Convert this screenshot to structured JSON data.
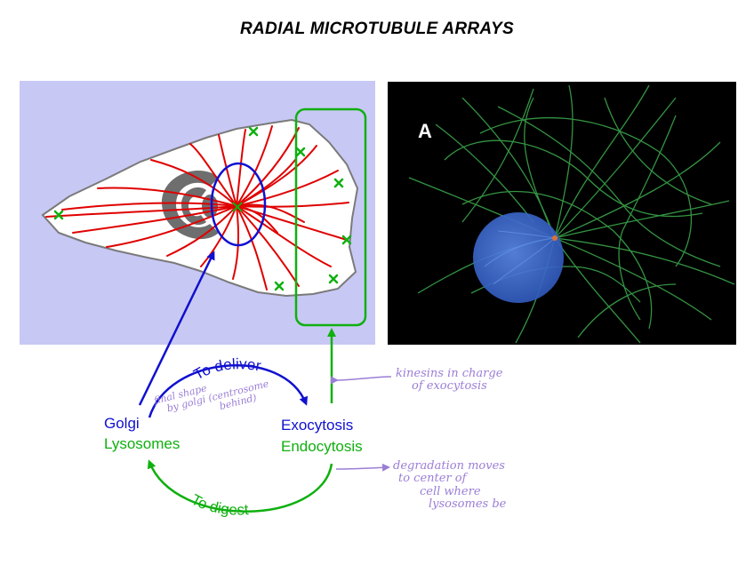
{
  "title": "RADIAL MICROTUBULE ARRAYS",
  "micrograph_label": "A",
  "cycle": {
    "golgi": "Golgi",
    "lysosomes": "Lysosomes",
    "exocytosis": "Exocytosis",
    "endocytosis": "Endocytosis",
    "to_deliver": "To deliver",
    "to_digest": "To digest"
  },
  "notes": {
    "golgi_note_1": "final shape",
    "golgi_note_2": "by golgi (centrosome",
    "golgi_note_3": "behind)",
    "kinesins_1": "kinesins in charge",
    "kinesins_2": "of exocytosis",
    "degradation_1": "degradation moves",
    "degradation_2": "to center of",
    "degradation_3": "cell where",
    "degradation_4": "lysosomes be"
  },
  "colors": {
    "panel_background": "#c8c8f5",
    "microtubule": "#e00000",
    "golgi_gray": "#6e6e6e",
    "blue": "#1010d0",
    "green": "#0fb00f",
    "annotation_purple": "#9b7ed6",
    "micrograph_filaments": "#3aa44a",
    "micrograph_nucleus": "#3f6fd8"
  }
}
